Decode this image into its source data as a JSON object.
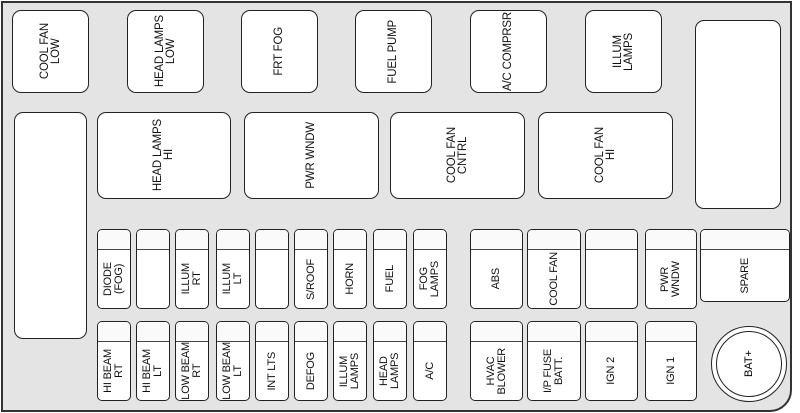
{
  "relays_top": [
    {
      "label": "COOL FAN\nLOW"
    },
    {
      "label": "HEAD LAMPS\nLOW"
    },
    {
      "label": "FRT FOG"
    },
    {
      "label": "FUEL PUMP"
    },
    {
      "label": "A/C COMPRSR"
    },
    {
      "label": "ILLUM\nLAMPS"
    },
    {
      "label": ""
    }
  ],
  "relays_middle": [
    {
      "label": ""
    },
    {
      "label": "HEAD LAMPS\nHI"
    },
    {
      "label": "PWR WNDW"
    },
    {
      "label": "COOL FAN\nCNTRL"
    },
    {
      "label": "COOL FAN\nHI"
    }
  ],
  "fuses_row1": [
    {
      "label": "DIODE (FOG)"
    },
    {
      "label": ""
    },
    {
      "label": "ILLUM\nRT"
    },
    {
      "label": "ILLUM\nLT"
    },
    {
      "label": ""
    },
    {
      "label": "S/ROOF"
    },
    {
      "label": "HORN"
    },
    {
      "label": "FUEL"
    },
    {
      "label": "FOG\nLAMPS"
    }
  ],
  "fuses_row2": [
    {
      "label": "HI BEAM\nRT"
    },
    {
      "label": "HI BEAM\nLT"
    },
    {
      "label": "LOW BEAM\nRT"
    },
    {
      "label": "LOW BEAM\nLT"
    },
    {
      "label": "INT LTS"
    },
    {
      "label": "DEFOG"
    },
    {
      "label": "ILLUM\nLAMPS"
    },
    {
      "label": "HEAD LAMPS"
    },
    {
      "label": "A/C"
    }
  ],
  "maxi_row1": [
    {
      "label": "ABS"
    },
    {
      "label": "COOL FAN"
    },
    {
      "label": ""
    },
    {
      "label": "PWR WNDW"
    },
    {
      "label": "SPARE"
    }
  ],
  "maxi_row2": [
    {
      "label": "HVAC\nBLOWER"
    },
    {
      "label": "I/P FUSE\nBATT."
    },
    {
      "label": "IGN 2"
    },
    {
      "label": "IGN 1"
    }
  ],
  "battery_terminal": {
    "label": "BAT+"
  }
}
